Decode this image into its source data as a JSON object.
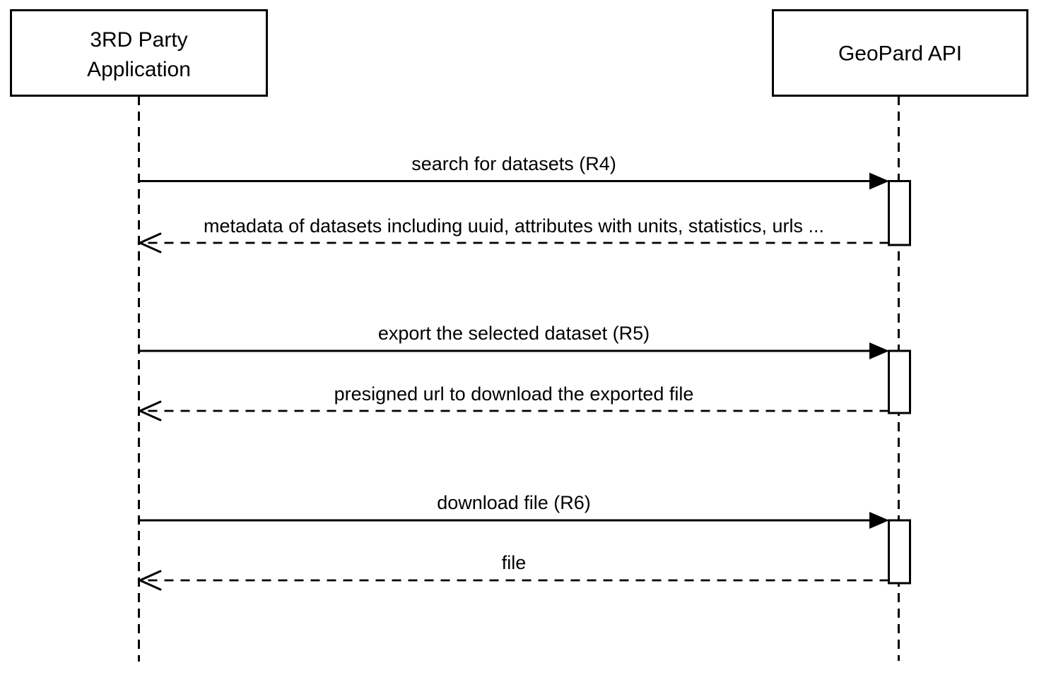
{
  "page": {
    "background": "#ffffff",
    "stroke_color": "#000000",
    "text_color": "#000000"
  },
  "diagram": {
    "type": "sequence-diagram",
    "actors": [
      {
        "id": "third-party-application",
        "label_line1": "3RD Party",
        "label_line2": "Application"
      },
      {
        "id": "geopard-api",
        "label": "GeoPard API"
      }
    ],
    "messages": [
      {
        "label": "search for datasets (R4)",
        "style": "solid",
        "direction": "right",
        "from": "3RD Party Application",
        "to": "GeoPard API"
      },
      {
        "label": "metadata of datasets including uuid, attributes with units, statistics, urls ...",
        "style": "dashed",
        "direction": "left",
        "from": "GeoPard API",
        "to": "3RD Party Application"
      },
      {
        "label": "export the selected dataset (R5)",
        "style": "solid",
        "direction": "right",
        "from": "3RD Party Application",
        "to": "GeoPard API"
      },
      {
        "label": "presigned url to download the exported file",
        "style": "dashed",
        "direction": "left",
        "from": "GeoPard API",
        "to": "3RD Party Application"
      },
      {
        "label": "download file (R6)",
        "style": "solid",
        "direction": "right",
        "from": "3RD Party Application",
        "to": "GeoPard API"
      },
      {
        "label": "file",
        "style": "dashed",
        "direction": "left",
        "from": "GeoPard API",
        "to": "3RD Party Application"
      }
    ]
  }
}
